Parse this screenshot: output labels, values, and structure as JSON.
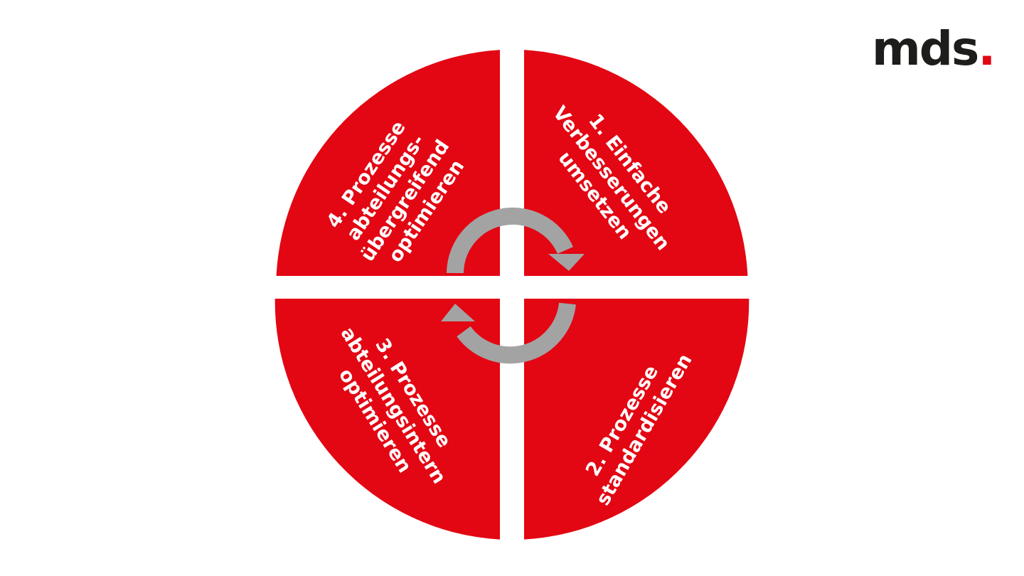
{
  "logo": {
    "text": "mds",
    "dot": "."
  },
  "quadrants": [
    {
      "id": "q1",
      "lines": [
        "1. Einfache",
        "Verbesserungen",
        "umsetzen"
      ]
    },
    {
      "id": "q2",
      "lines": [
        "2. Prozesse",
        "standardisieren"
      ]
    },
    {
      "id": "q3",
      "lines": [
        "3. Prozesse",
        "abteilungsintern",
        "optimieren"
      ]
    },
    {
      "id": "q4",
      "lines": [
        "4. Prozesse",
        "abteilungs-",
        "übergreifend",
        "optimieren"
      ]
    }
  ],
  "colors": {
    "segment": "#e30613",
    "arrow": "#a3a3a3",
    "logo_text": "#1d1d1b",
    "logo_dot": "#e30613"
  },
  "icons": {
    "cycle": "cycle-arrows-icon"
  }
}
